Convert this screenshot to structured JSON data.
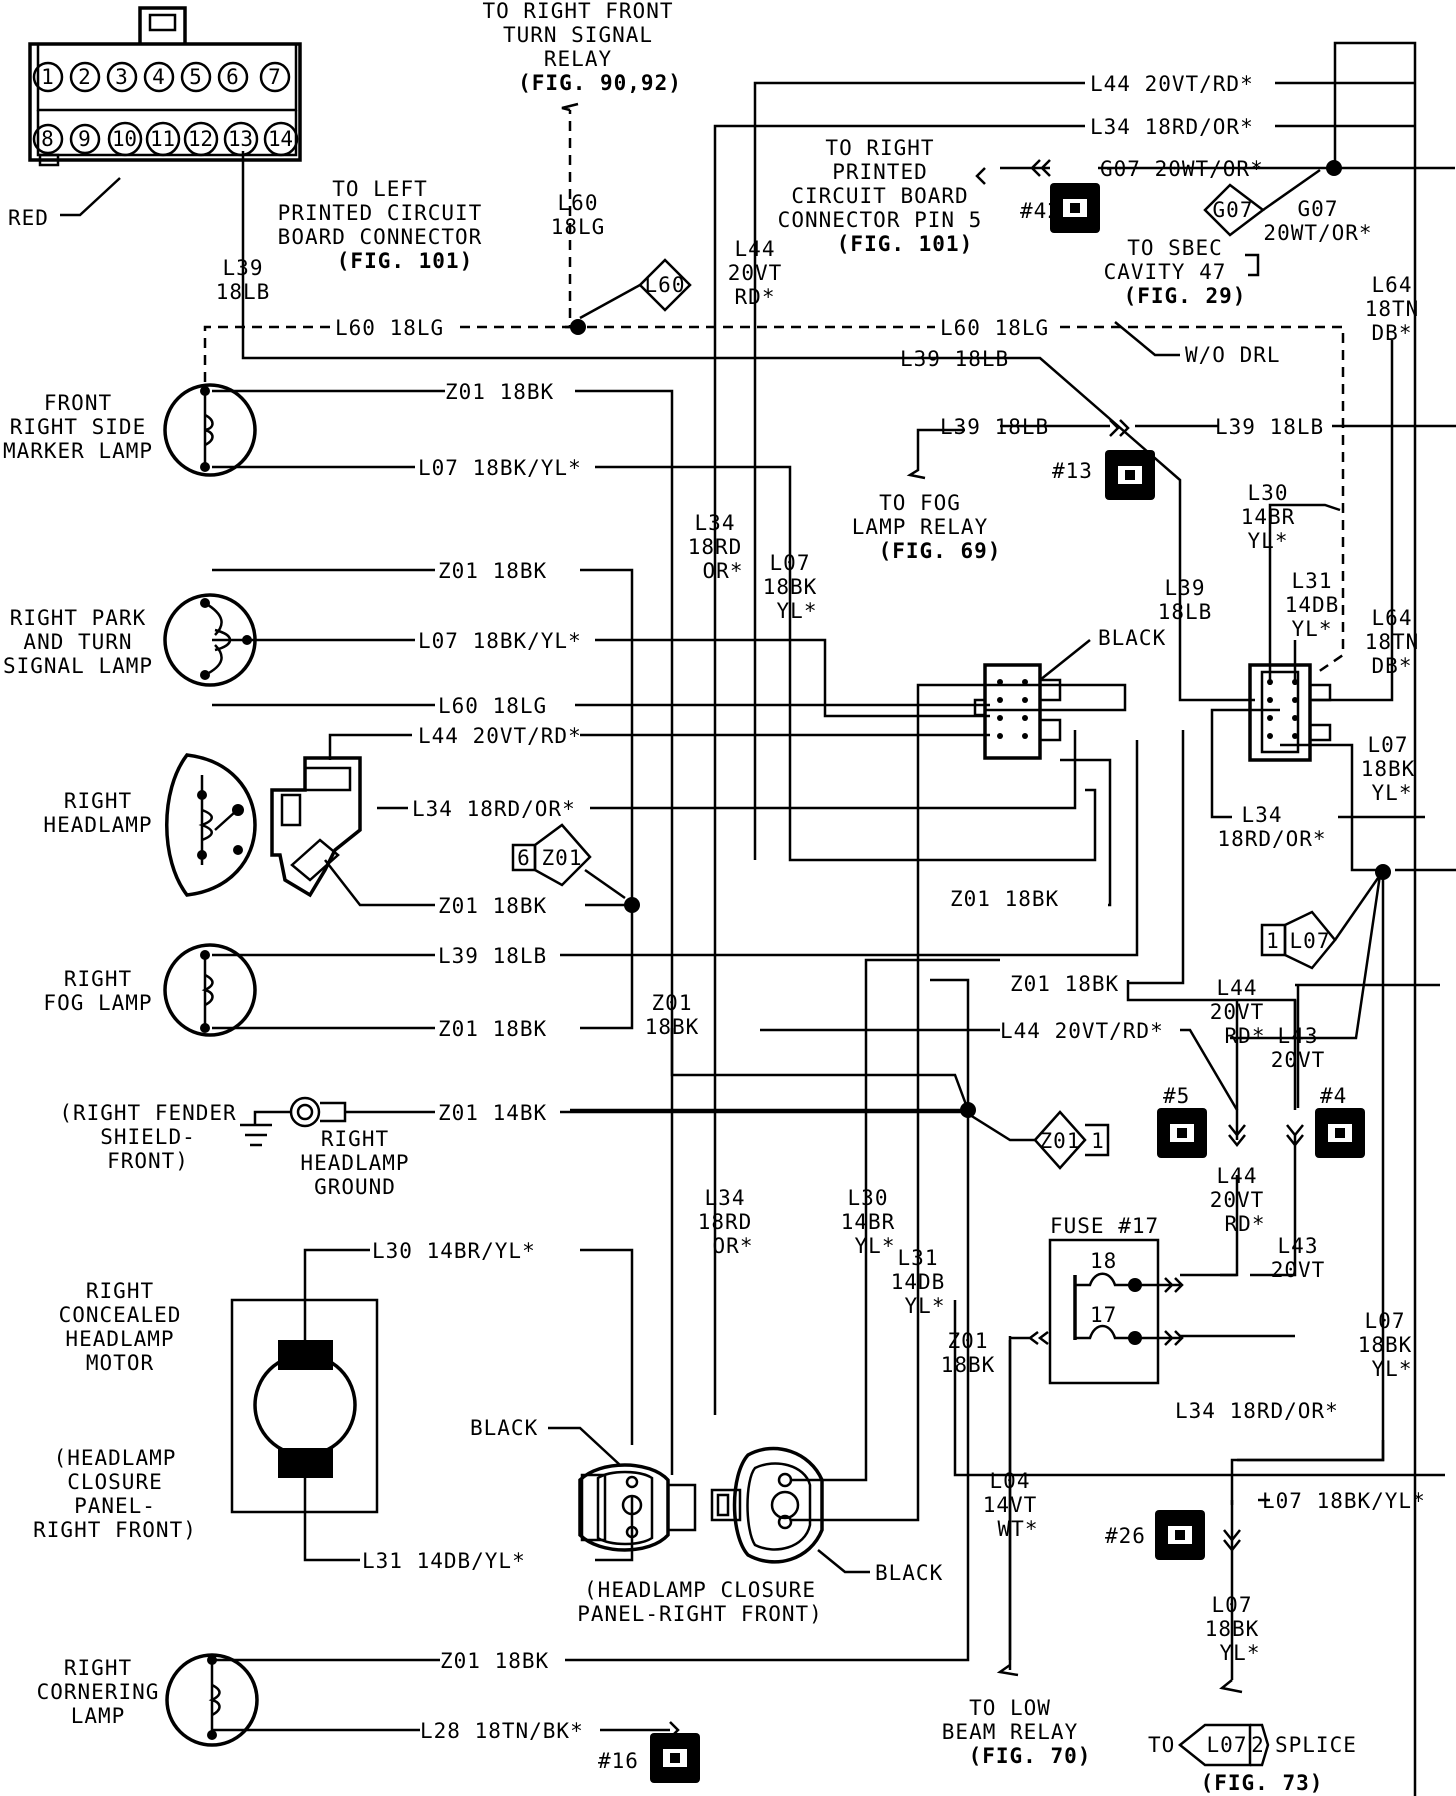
{
  "top_connector": {
    "pins_top": [
      "1",
      "2",
      "3",
      "4",
      "5",
      "6",
      "7"
    ],
    "pins_bottom": [
      "8",
      "9",
      "10",
      "11",
      "12",
      "13",
      "14"
    ],
    "color_label": "RED"
  },
  "refs": {
    "right_front_turn_relay": [
      "TO RIGHT FRONT",
      "TURN SIGNAL",
      "RELAY",
      "(FIG. 90,92)"
    ],
    "left_pcb": [
      "TO LEFT",
      "PRINTED CIRCUIT",
      "BOARD CONNECTOR",
      "(FIG. 101)"
    ],
    "right_pcb": [
      "TO RIGHT",
      "PRINTED",
      "CIRCUIT BOARD",
      "CONNECTOR PIN 5",
      "(FIG. 101)"
    ],
    "sbec": [
      "TO SBEC",
      "CAVITY 47",
      "(FIG. 29)"
    ],
    "fog_relay": [
      "TO FOG",
      "LAMP RELAY",
      "(FIG. 69)"
    ],
    "low_beam_relay": [
      "TO LOW",
      "BEAM RELAY",
      "(FIG. 70)"
    ],
    "splice_to": "TO",
    "splice_id": "L07",
    "splice_num": "2",
    "splice_word": "SPLICE",
    "splice_fig": "(FIG. 73)"
  },
  "components": {
    "front_marker": [
      "FRONT",
      "RIGHT SIDE",
      "MARKER LAMP"
    ],
    "park_turn": [
      "RIGHT PARK",
      "AND TURN",
      "SIGNAL LAMP"
    ],
    "headlamp": [
      "RIGHT",
      "HEADLAMP"
    ],
    "fog": [
      "RIGHT",
      "FOG LAMP"
    ],
    "fender": [
      "(RIGHT FENDER",
      "SHIELD-",
      "FRONT)"
    ],
    "headlamp_ground": [
      "RIGHT",
      "HEADLAMP",
      "GROUND"
    ],
    "motor": [
      "RIGHT",
      "CONCEALED",
      "HEADLAMP",
      "MOTOR"
    ],
    "motor_loc": [
      "(HEADLAMP",
      "CLOSURE",
      "PANEL-",
      "RIGHT FRONT)"
    ],
    "closure_panel": [
      "(HEADLAMP CLOSURE",
      "PANEL-RIGHT FRONT)"
    ],
    "cornering": [
      "RIGHT",
      "CORNERING",
      "LAMP"
    ],
    "fuse_title": "FUSE #17",
    "fuse_18": "18",
    "fuse_17": "17",
    "black": "BLACK",
    "wo_drl": "W/O DRL"
  },
  "splices": {
    "l60": "L60",
    "g07": "G07",
    "z01": "Z01",
    "z01_num": "6",
    "z01b_num": "1",
    "l07": "L07",
    "l07_num": "1"
  },
  "connector_ids": [
    "#42",
    "#13",
    "#5",
    "#4",
    "#26",
    "#16"
  ],
  "wires": {
    "l44_top": "L44 20VT/RD*",
    "l34_top": "L34 18RD/OR*",
    "g07_top": "G07 20WT/OR*",
    "l60_h": "L60 18LG",
    "l60_h2": "L60 18LG",
    "l39_h": "L39 18LB",
    "l39_fog": "L39 18LB",
    "l39_right": "L39 18LB",
    "z01_marker": "Z01 18BK",
    "l07_marker": "L07 18BK/YL*",
    "z01_park": "Z01 18BK",
    "l07_park": "L07 18BK/YL*",
    "l60_park": "L60 18LG",
    "l44_head": "L44 20VT/RD*",
    "l34_head": "L34 18RD/OR*",
    "z01_head": "Z01 18BK",
    "z01_mid": "Z01 18BK",
    "l39_foglamp": "L39 18LB",
    "z01_fog": "Z01 18BK",
    "z01_right": "Z01 18BK",
    "l44_mid": "L44 20VT/RD*",
    "z01_ground": "Z01 14BK",
    "l30_motor": "L30 14BR/YL*",
    "l31_motor": "L31 14DB/YL*",
    "l34_bottom": "L34 18RD/OR*",
    "l07_26": "L07 18BK/YL*",
    "z01_corner": "Z01 18BK",
    "l28_corner": "L28 18TN/BK*"
  },
  "vlabels": {
    "l60_v": [
      "L60",
      "18LG"
    ],
    "l39_v": [
      "L39",
      "18LB"
    ],
    "l44_v": [
      "L44",
      "20VT",
      "RD*"
    ],
    "g07_v": [
      "G07",
      "20WT/OR*"
    ],
    "l64_v1": [
      "L64",
      "18TN",
      "DB*"
    ],
    "l64_v2": [
      "L64",
      "18TN",
      "DB*"
    ],
    "l30_v1": [
      "L30",
      "14BR",
      "YL*"
    ],
    "l31_v1": [
      "L31",
      "14DB",
      "YL*"
    ],
    "l39_v2": [
      "L39",
      "18LB"
    ],
    "l34_v1": [
      "L34",
      "18RD",
      "OR*"
    ],
    "l07_v1": [
      "L07",
      "18BK",
      "YL*"
    ],
    "l07_v2": [
      "L07",
      "18BK",
      "YL*"
    ],
    "l34_v2": [
      "L34",
      "18RD/OR*"
    ],
    "z01_v1": [
      "Z01",
      "18BK"
    ],
    "l44_v2": [
      "L44",
      "20VT",
      "RD*"
    ],
    "l43_v1": [
      "L43",
      "20VT"
    ],
    "l34_v3": [
      "L34",
      "18RD",
      "OR*"
    ],
    "l30_v2": [
      "L30",
      "14BR",
      "YL*"
    ],
    "l31_v2": [
      "L31",
      "14DB",
      "YL*"
    ],
    "z01_v2": [
      "Z01",
      "18BK"
    ],
    "l44_v3": [
      "L44",
      "20VT",
      "RD*"
    ],
    "l43_v2": [
      "L43",
      "20VT"
    ],
    "l07_v3": [
      "L07",
      "18BK",
      "YL*"
    ],
    "l04_v": [
      "L04",
      "14VT",
      "WT*"
    ],
    "l07_v4": [
      "L07",
      "18BK",
      "YL*"
    ]
  }
}
